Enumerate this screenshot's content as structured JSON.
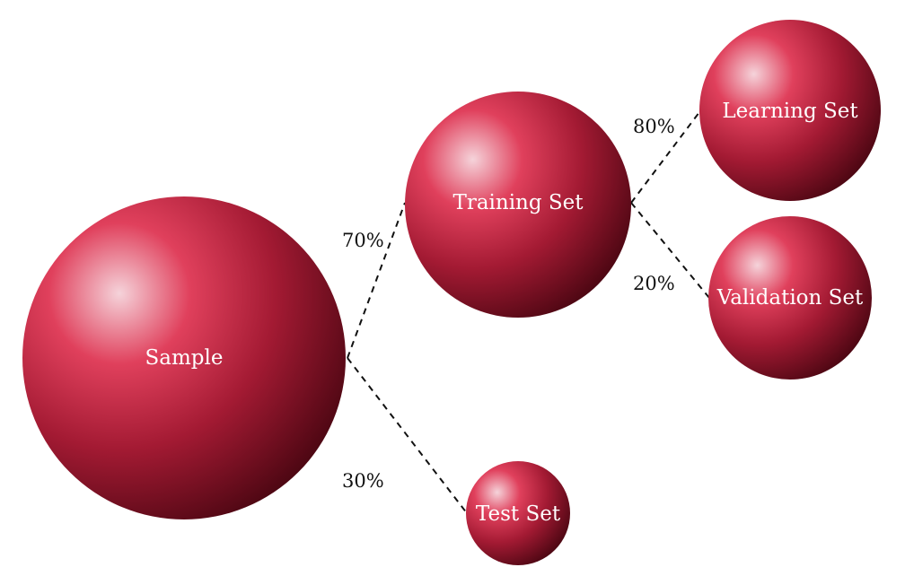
{
  "colors": {
    "sphere_highlight": "#f5d3da",
    "sphere_mid": "#e0405c",
    "sphere_base": "#a31a33",
    "sphere_shadow": "#4e0713",
    "edge": "#111111",
    "label_text": "#ffffff"
  },
  "nodes": {
    "sample": {
      "label": "Sample"
    },
    "training": {
      "label": "Training Set"
    },
    "test": {
      "label": "Test Set"
    },
    "learning": {
      "label": "Learning Set"
    },
    "validation": {
      "label": "Validation Set"
    }
  },
  "edges": {
    "sample_training": {
      "label": "70%"
    },
    "sample_test": {
      "label": "30%"
    },
    "training_learning": {
      "label": "80%"
    },
    "training_validation": {
      "label": "20%"
    }
  }
}
